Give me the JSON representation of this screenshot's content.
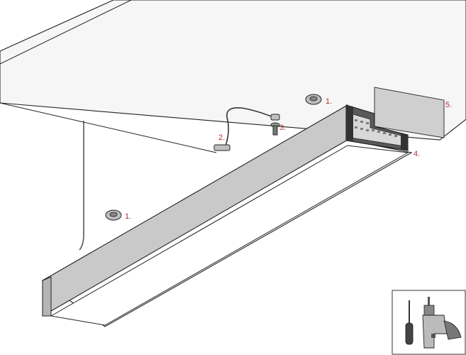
{
  "callouts": {
    "c1a": "1.",
    "c1b": "1.",
    "c2": "2.",
    "c3": "3.",
    "c4": "4.",
    "c5": "5."
  },
  "tools_box": {
    "items": [
      "screwdriver-icon",
      "drill-icon"
    ]
  },
  "colors": {
    "ceiling": "#f6f6f6",
    "outline": "#222222",
    "profile_face": "#c9c9c9",
    "profile_side": "#d9d9d9",
    "diffuser": "#ffffff",
    "plate": "#cfcfcf",
    "callout": "#b3322b"
  }
}
